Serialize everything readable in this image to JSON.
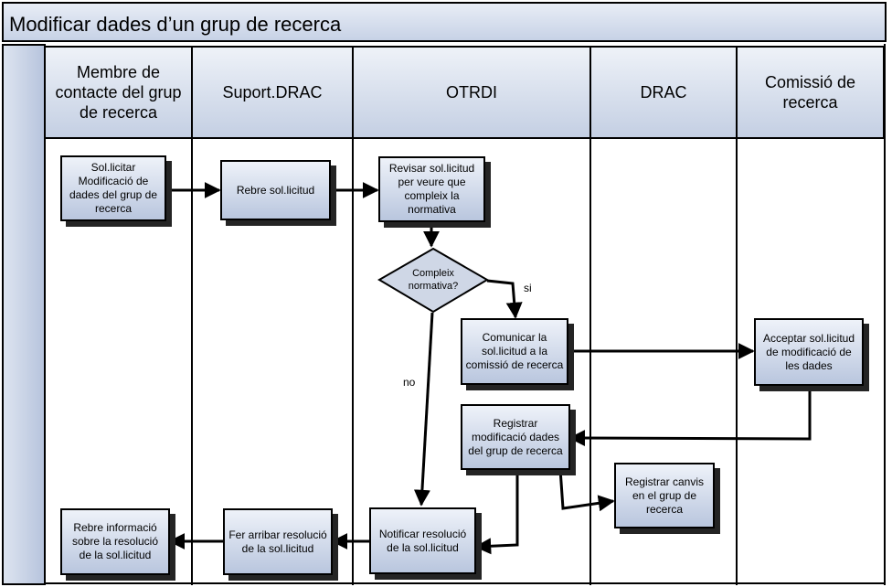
{
  "title": "Modificar dades d’un grup de recerca",
  "lanes": [
    "Membre de contacte del grup de recerca",
    "Suport.DRAC",
    "OTRDI",
    "DRAC",
    "Comissió de recerca"
  ],
  "steps": {
    "sol_licitar": "Sol.licitar Modificació de dades del grup de recerca",
    "rebre_sol": "Rebre sol.licitud",
    "revisar": "Revisar sol.licitud per veure que compleix la normativa",
    "decision": "Compleix normativa?",
    "comunicar": "Comunicar la sol.licitud a la comissió de recerca",
    "acceptar": "Acceptar sol.licitud de modificació de les dades",
    "registrar_mod": "Registrar modificació dades del grup de recerca",
    "registrar_canvis": "Registrar canvis en el grup de recerca",
    "notificar": "Notificar resolució de la sol.licitud",
    "fer_arribar": "Fer arribar resolució de la sol.licitud",
    "rebre_info": "Rebre informació sobre la resolució de la sol.licitud"
  },
  "branches": {
    "yes": "si",
    "no": "no"
  }
}
